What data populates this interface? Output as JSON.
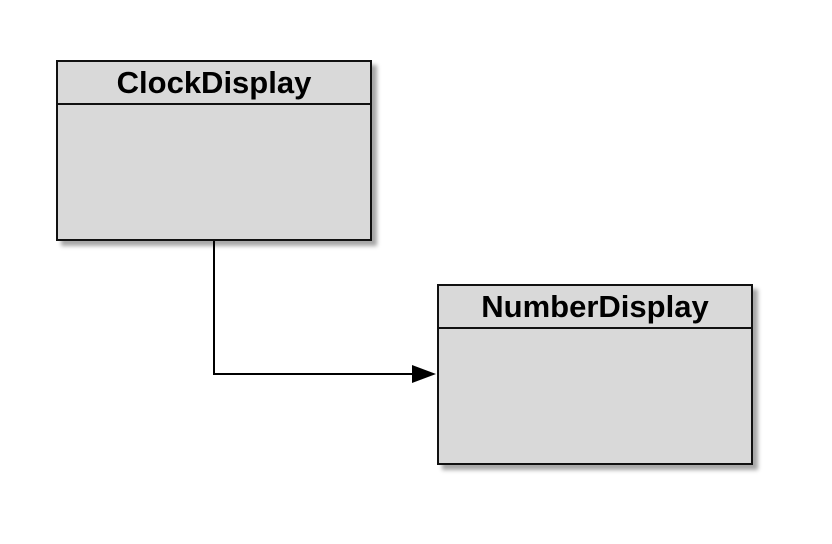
{
  "diagram": {
    "classes": [
      {
        "id": "clock",
        "name": "ClockDisplay"
      },
      {
        "id": "number",
        "name": "NumberDisplay"
      }
    ],
    "relationships": [
      {
        "from": "ClockDisplay",
        "to": "NumberDisplay",
        "kind": "association",
        "arrowhead": "filled-triangle"
      }
    ],
    "colors": {
      "box_fill": "#d9d9d9",
      "line": "#000000",
      "background": "#ffffff"
    }
  }
}
